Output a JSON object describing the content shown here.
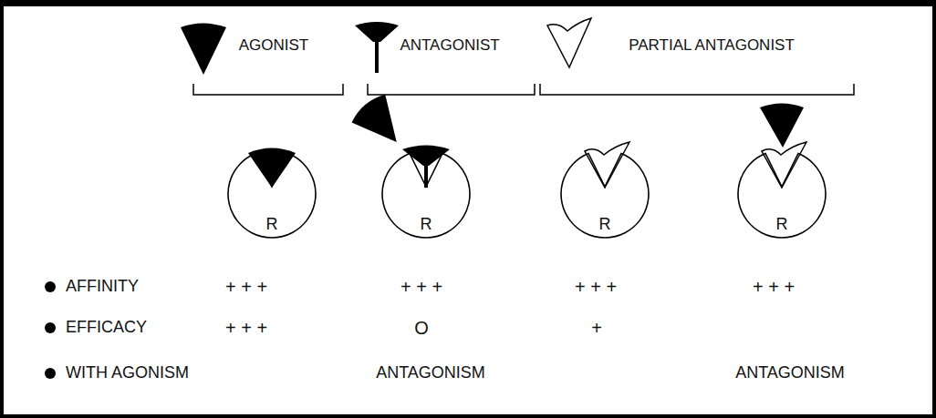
{
  "diagram": {
    "nodes": [
      {
        "text": [
          "R"
        ]
      },
      {
        "text": [
          "R"
        ]
      },
      {
        "text": [
          "R"
        ]
      },
      {
        "text": [
          "R"
        ]
      }
    ],
    "labels": [
      "AGONIST",
      "ANTAGONIST",
      "PARTIAL ANTAGONIST",
      "AFFINITY",
      "+ + +",
      "+ + +",
      "+ + +",
      "+ + +",
      "EFFICACY",
      "+ + +",
      "O",
      "+",
      "WITH AGONISM",
      "ANTAGONISM",
      "ANTAGONISM"
    ]
  }
}
